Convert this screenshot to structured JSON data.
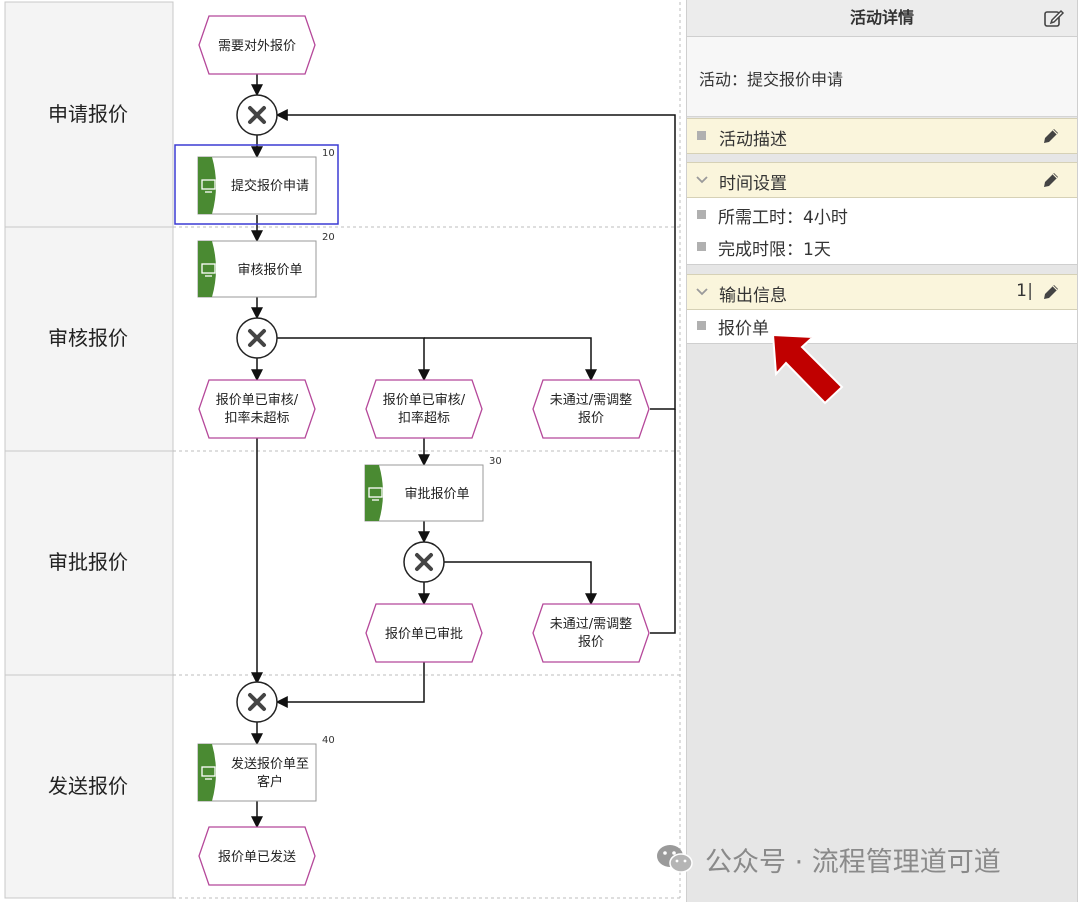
{
  "lanes": [
    {
      "label": "申请报价"
    },
    {
      "label": "审核报价"
    },
    {
      "label": "审批报价"
    },
    {
      "label": "发送报价"
    }
  ],
  "events": {
    "start": [
      "需要对外报价"
    ],
    "approved_ok": [
      "报价单已审核/",
      "扣率未超标"
    ],
    "approved_exceed": [
      "报价单已审核/",
      "扣率超标"
    ],
    "reject_review": [
      "未通过/需调整",
      "报价"
    ],
    "final_approved": [
      "报价单已审批"
    ],
    "reject_approval": [
      "未通过/需调整",
      "报价"
    ],
    "sent": [
      "报价单已发送"
    ]
  },
  "tasks": {
    "submit": {
      "lines": [
        "提交报价申请"
      ],
      "num": "10"
    },
    "review": {
      "lines": [
        "审核报价单"
      ],
      "num": "20"
    },
    "approve": {
      "lines": [
        "审批报价单"
      ],
      "num": "30"
    },
    "send": {
      "lines": [
        "发送报价单至",
        "客户"
      ],
      "num": "40"
    }
  },
  "panel": {
    "title": "活动详情",
    "activity": "活动：提交报价申请",
    "sections": {
      "description": {
        "label": "活动描述"
      },
      "time": {
        "label": "时间设置",
        "items": [
          "所需工时：4小时",
          "完成时限：1天"
        ]
      },
      "output": {
        "label": "输出信息",
        "count": "1",
        "separator": "|",
        "items": [
          "报价单"
        ]
      }
    }
  },
  "watermark": {
    "text": "公众号 · 流程管理道可道"
  },
  "colors": {
    "event_border": "#b5489a",
    "task_green": "#4a8a32",
    "selection": "#3b3bd4",
    "arrow_red": "#c00000",
    "section_bg": "#faf5dc"
  }
}
